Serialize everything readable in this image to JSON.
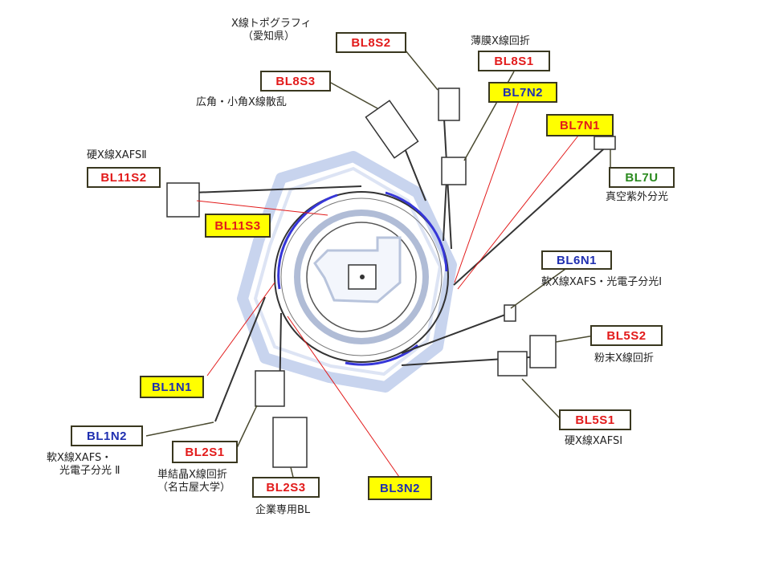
{
  "colors": {
    "label_red": "#e21a1a",
    "label_blue": "#1f2fb0",
    "label_green": "#2a8a1e",
    "highlight_yellow": "#ffff00",
    "building_outline": "#c8d4ee",
    "beam_blue": "#3636d8",
    "leader_red": "#e21a1a"
  },
  "beamlines": {
    "bl8s2": {
      "label": "BL8S2",
      "desc": [
        "X線トポグラフィ",
        "（愛知県）"
      ]
    },
    "bl8s1": {
      "label": "BL8S1",
      "desc": [
        "薄膜X線回折"
      ]
    },
    "bl8s3": {
      "label": "BL8S3",
      "desc": [
        "広角・小角X線散乱"
      ]
    },
    "bl7n2": {
      "label": "BL7N2"
    },
    "bl7n1": {
      "label": "BL7N1"
    },
    "bl7u": {
      "label": "BL7U",
      "desc": [
        "真空紫外分光"
      ]
    },
    "bl11s2": {
      "label": "BL11S2",
      "desc": [
        "硬X線XAFSⅡ"
      ]
    },
    "bl11s3": {
      "label": "BL11S3"
    },
    "bl6n1": {
      "label": "BL6N1",
      "desc": [
        "軟X線XAFS・光電子分光Ⅰ"
      ]
    },
    "bl5s2": {
      "label": "BL5S2",
      "desc": [
        "粉末X線回折"
      ]
    },
    "bl5s1": {
      "label": "BL5S1",
      "desc": [
        "硬X線XAFSⅠ"
      ]
    },
    "bl1n1": {
      "label": "BL1N1"
    },
    "bl1n2": {
      "label": "BL1N2",
      "desc": [
        "軟X線XAFS・",
        "光電子分光 Ⅱ"
      ]
    },
    "bl2s1": {
      "label": "BL2S1",
      "desc": [
        "単結晶X線回折",
        "（名古屋大学）"
      ]
    },
    "bl2s3": {
      "label": "BL2S3",
      "desc": [
        "企業専用BL"
      ]
    },
    "bl3n2": {
      "label": "BL3N2"
    }
  }
}
